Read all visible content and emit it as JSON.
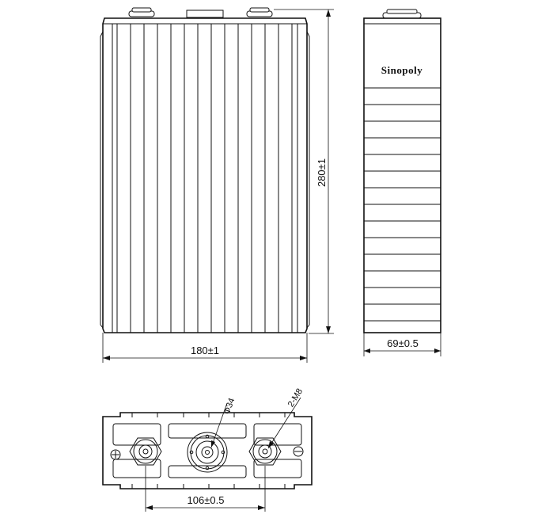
{
  "drawing": {
    "front_view": {
      "height_label": "280±1",
      "width_label": "180±1"
    },
    "side_view": {
      "brand_label": "Sinopoly",
      "thickness_label": "69±0.5"
    },
    "top_view": {
      "center_terminal_label": "Φ34",
      "bolt_label": "2-M8",
      "terminal_spacing_label": "106±0.5"
    }
  }
}
